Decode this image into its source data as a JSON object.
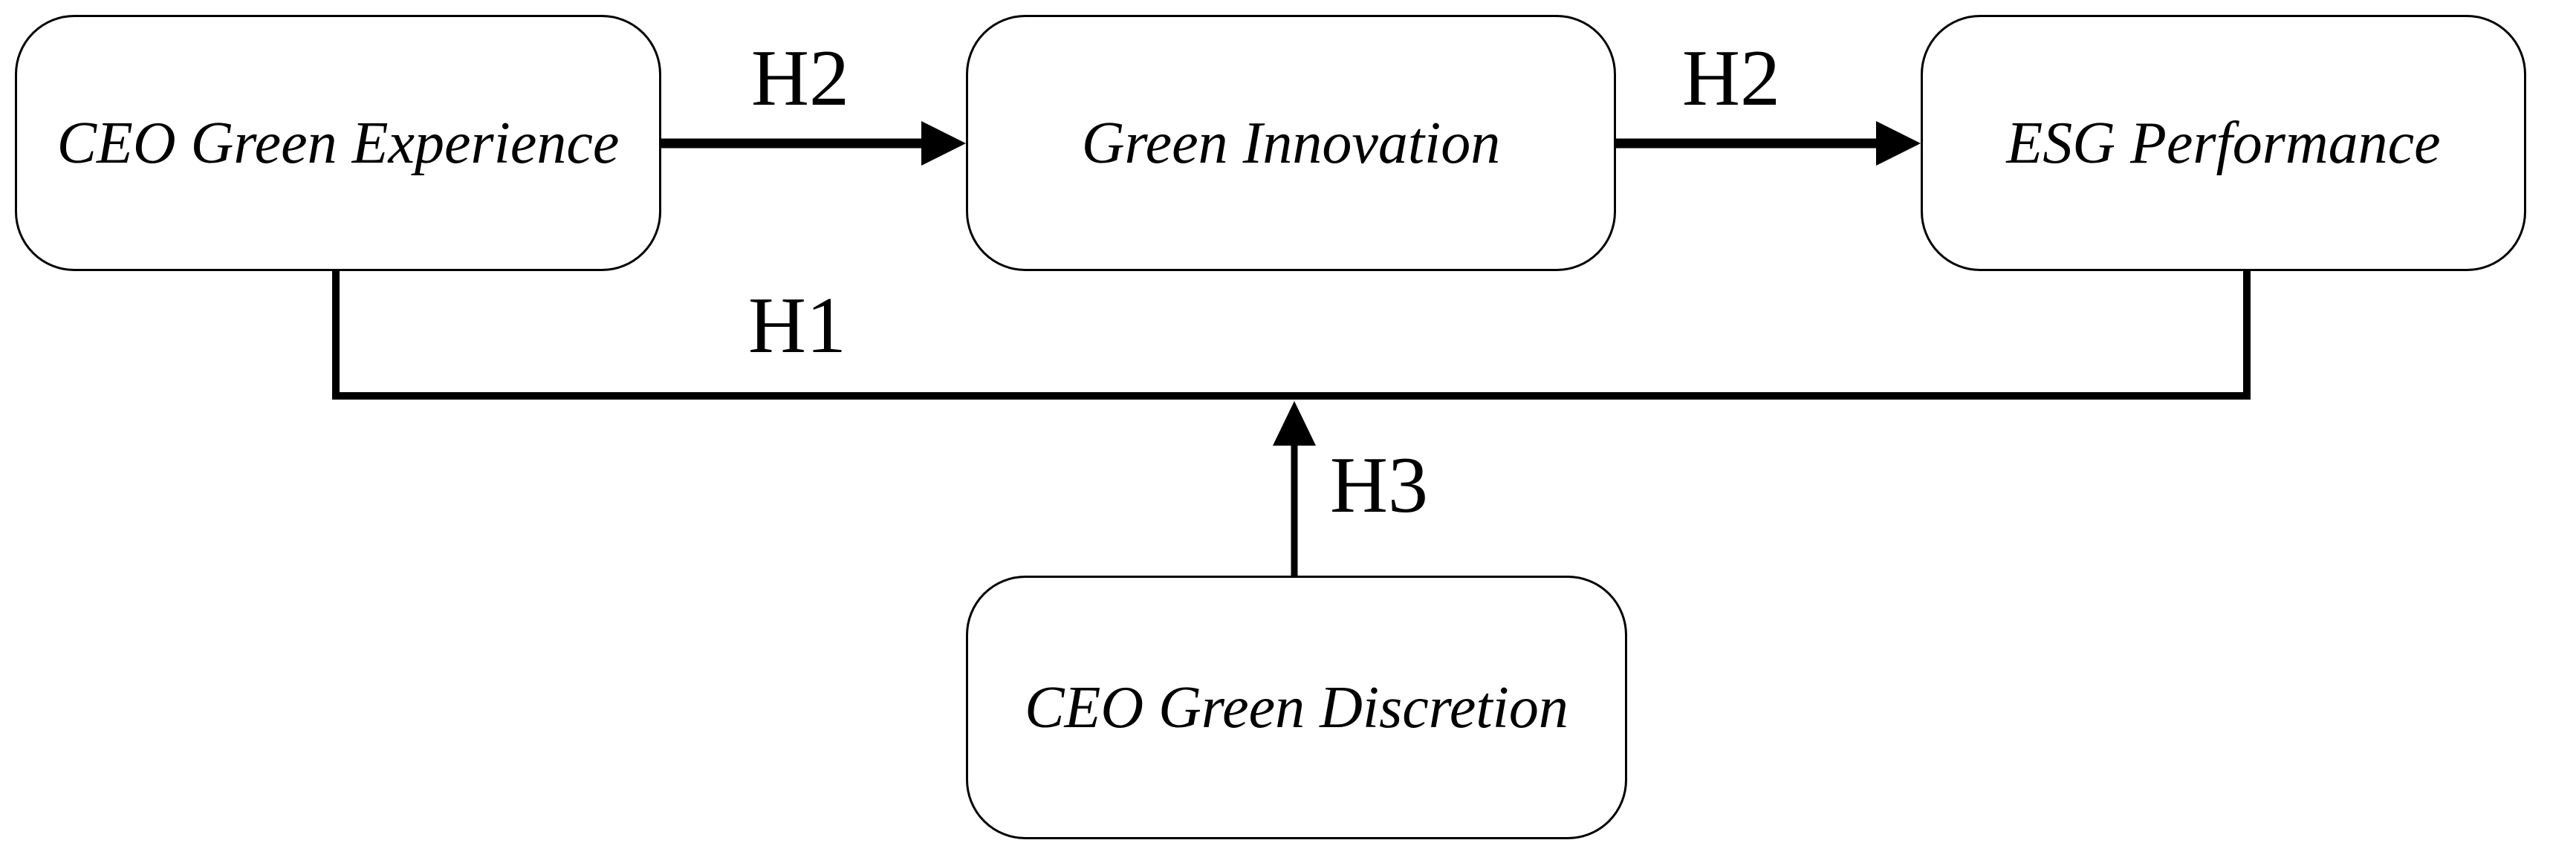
{
  "diagram": {
    "type": "path-model",
    "colors": {
      "background": "#ffffff",
      "line": "#000000",
      "text": "#000000"
    },
    "nodes": [
      {
        "id": "ceo-green-experience",
        "label": "CEO Green Experience"
      },
      {
        "id": "green-innovation",
        "label": "Green Innovation"
      },
      {
        "id": "esg-performance",
        "label": "ESG Performance"
      },
      {
        "id": "ceo-green-discretion",
        "label": "CEO Green Discretion"
      }
    ],
    "edges": [
      {
        "id": "h2-left",
        "label": "H2",
        "from": "CEO Green Experience",
        "to": "Green Innovation",
        "style": "arrow"
      },
      {
        "id": "h2-right",
        "label": "H2",
        "from": "Green Innovation",
        "to": "ESG Performance",
        "style": "arrow"
      },
      {
        "id": "h1",
        "label": "H1",
        "from": "CEO Green Experience",
        "to": "ESG Performance",
        "style": "elbow-line"
      },
      {
        "id": "h3",
        "label": "H3",
        "from": "CEO Green Discretion",
        "to": "H1 path",
        "style": "arrow-up"
      }
    ]
  }
}
